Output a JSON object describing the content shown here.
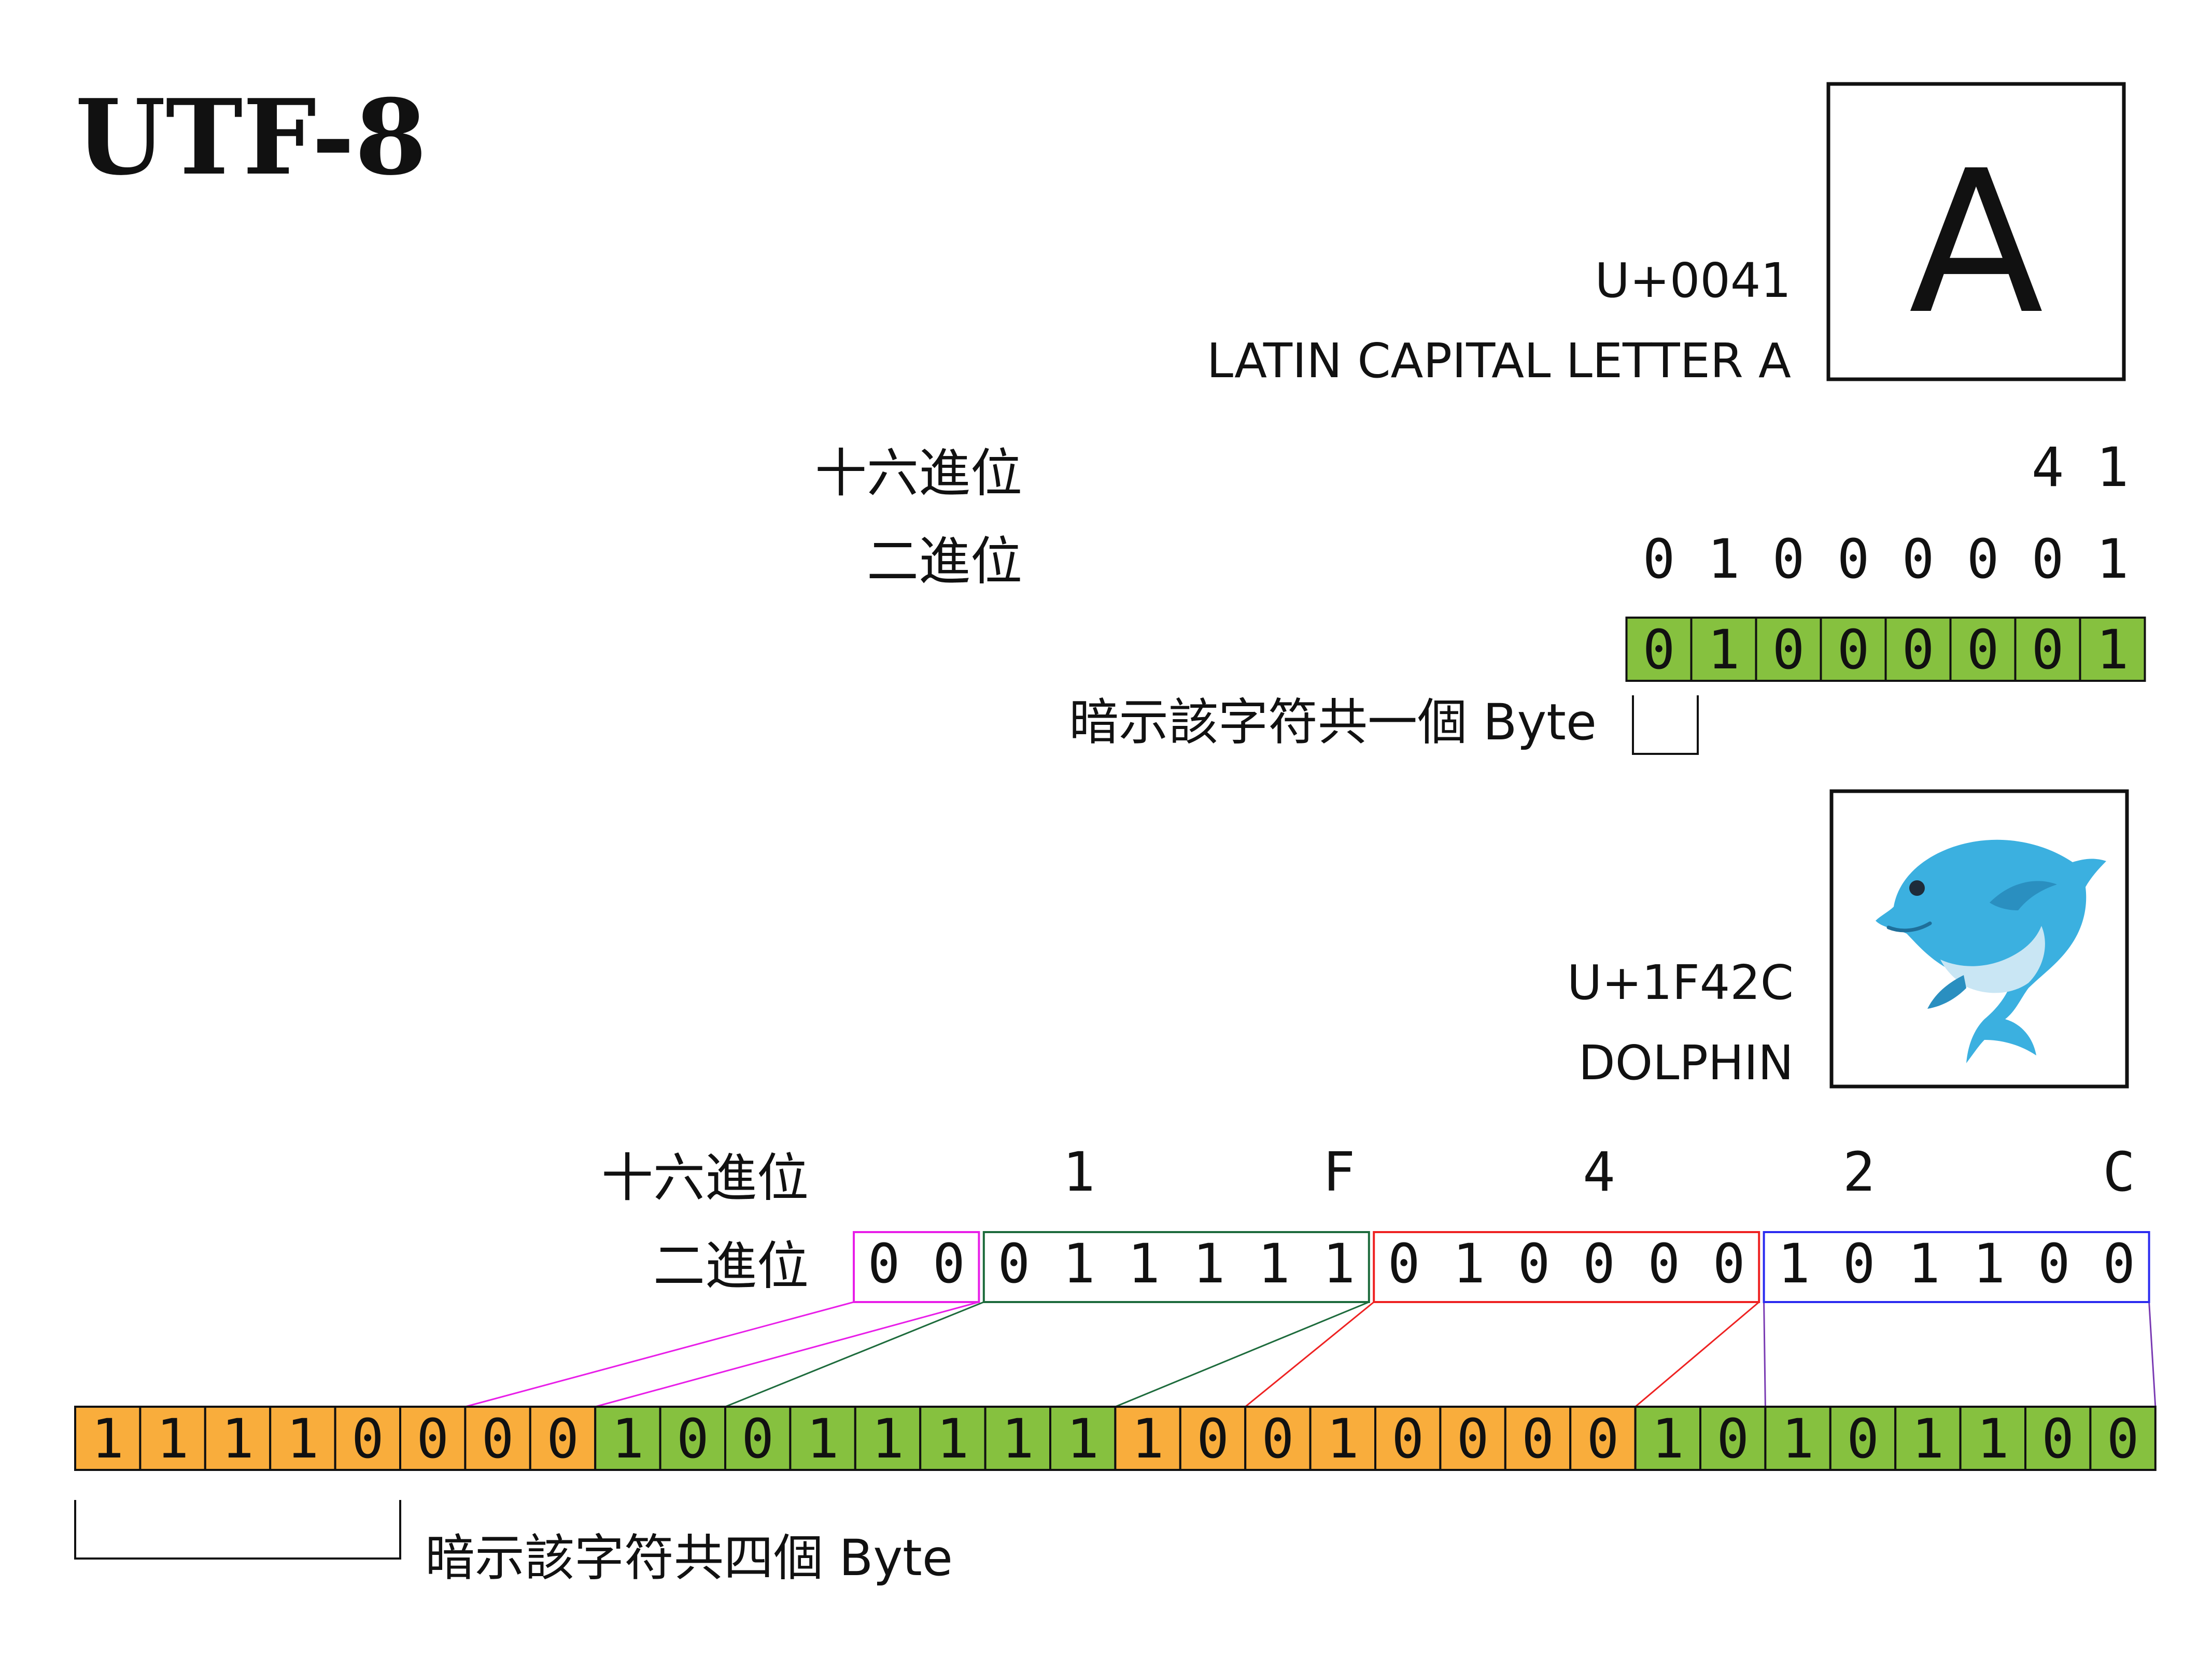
{
  "title": "UTF-8",
  "colors": {
    "orange": "#f9ad3c",
    "green": "#86c13f",
    "magenta": "#e81ee8",
    "dark_green": "#1d6b3c",
    "red": "#ee2222",
    "blue": "#2b2bf0",
    "purple": "#7a3bb3",
    "dolphin_body": "#3bb0e0",
    "dolphin_belly": "#c9e6f4",
    "ink": "#111111"
  },
  "example_a": {
    "glyph": "A",
    "codepoint": "U+0041",
    "name": "LATIN CAPITAL LETTER A",
    "hex_label": "十六進位",
    "hex_digits": [
      "4",
      "1"
    ],
    "bin_label": "二進位",
    "bin_digits": [
      "0",
      "1",
      "0",
      "0",
      "0",
      "0",
      "0",
      "1"
    ],
    "encoded_bits": [
      "0",
      "1",
      "0",
      "0",
      "0",
      "0",
      "0",
      "1"
    ],
    "prefix_note": "暗示該字符共一個 Byte"
  },
  "example_dolphin": {
    "glyph_icon": "dolphin-icon",
    "codepoint": "U+1F42C",
    "name": "DOLPHIN",
    "hex_label": "十六進位",
    "hex_digits": [
      "1",
      "F",
      "4",
      "2",
      "C"
    ],
    "bin_label": "二進位",
    "bin_groups": [
      {
        "bits": [
          "0",
          "0"
        ],
        "color": "magenta"
      },
      {
        "bits": [
          "0",
          "1",
          "1",
          "1",
          "1",
          "1"
        ],
        "color": "dark_green"
      },
      {
        "bits": [
          "0",
          "1",
          "0",
          "0",
          "0",
          "0"
        ],
        "color": "red"
      },
      {
        "bits": [
          "1",
          "0",
          "1",
          "1",
          "0",
          "0"
        ],
        "color": "blue"
      }
    ],
    "encoded_bytes": [
      {
        "bits": [
          "1",
          "1",
          "1",
          "1",
          "0",
          "0",
          "0",
          "0"
        ],
        "fill": "orange"
      },
      {
        "bits": [
          "1",
          "0",
          "0",
          "1",
          "1",
          "1",
          "1",
          "1"
        ],
        "fill": "green"
      },
      {
        "bits": [
          "1",
          "0",
          "0",
          "1",
          "0",
          "0",
          "0",
          "0"
        ],
        "fill": "orange"
      },
      {
        "bits": [
          "1",
          "0",
          "1",
          "0",
          "1",
          "1",
          "0",
          "0"
        ],
        "fill": "green"
      }
    ],
    "prefix_note": "暗示該字符共四個 Byte"
  }
}
